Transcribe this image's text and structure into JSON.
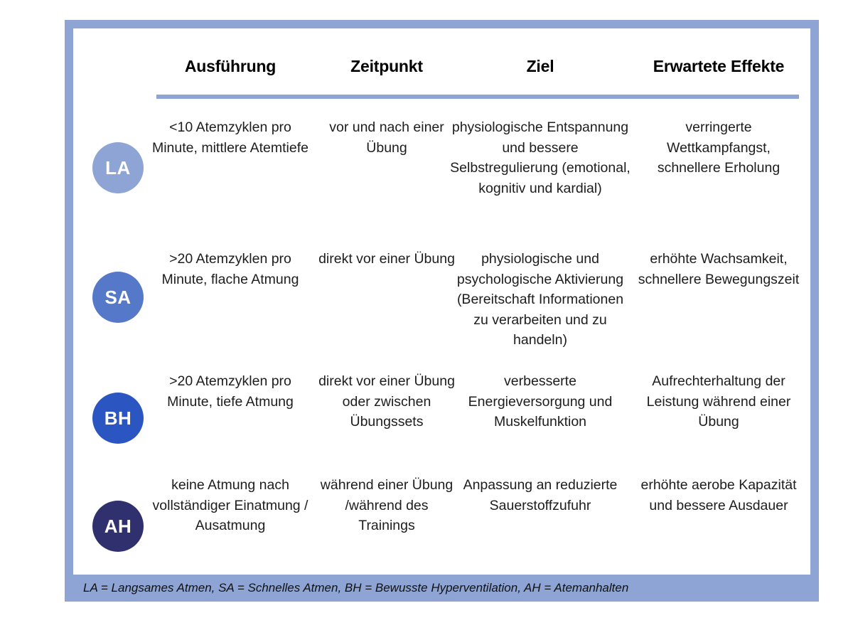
{
  "colors": {
    "frame": "#8da4d4",
    "header_rule": "#8da4d4",
    "legend_band": "#8da4d4",
    "badge_la": "#8da4d4",
    "badge_sa": "#5578c8",
    "badge_bh": "#2b55c0",
    "badge_ah": "#31306e",
    "text": "#1d1d1d",
    "background": "#ffffff"
  },
  "table": {
    "headers": [
      "Ausführung",
      "Zeitpunkt",
      "Ziel",
      "Erwartete Effekte"
    ],
    "rows": [
      {
        "badge": "LA",
        "badge_color": "#8da4d4",
        "ausfuehrung": "<10 Atemzyklen pro Minute,\nmittlere Atemtiefe",
        "zeitpunkt": "vor und nach einer Übung",
        "ziel": "physiologische Entspannung und bessere Selbstregulierung (emotional, kognitiv und kardial)",
        "effekte": "verringerte Wettkampfangst, schnellere Erholung"
      },
      {
        "badge": "SA",
        "badge_color": "#5578c8",
        "ausfuehrung": ">20 Atemzyklen pro Minute,\nflache Atmung",
        "zeitpunkt": "direkt vor einer Übung",
        "ziel": "physiologische und psychologische Aktivierung (Bereitschaft Informationen zu verarbeiten und zu handeln)",
        "effekte": "erhöhte Wachsamkeit, schnellere Bewegungszeit"
      },
      {
        "badge": "BH",
        "badge_color": "#2b55c0",
        "ausfuehrung": ">20 Atemzyklen pro Minute,\ntiefe Atmung",
        "zeitpunkt": "direkt vor einer Übung oder zwischen Übungssets",
        "ziel": "verbesserte Energieversorgung und Muskelfunktion",
        "effekte": "Aufrechterhaltung der Leistung während einer Übung"
      },
      {
        "badge": "AH",
        "badge_color": "#31306e",
        "ausfuehrung": "keine Atmung nach vollständiger Einatmung / Ausatmung",
        "zeitpunkt": "während einer Übung /während des Trainings",
        "ziel": "Anpassung an reduzierte Sauerstoffzufuhr",
        "effekte": "erhöhte aerobe Kapazität und bessere Ausdauer"
      }
    ]
  },
  "legend": {
    "text": "LA = Langsames Atmen, SA = Schnelles Atmen, BH = Bewusste Hyperventilation, AH = Atemanhalten"
  }
}
